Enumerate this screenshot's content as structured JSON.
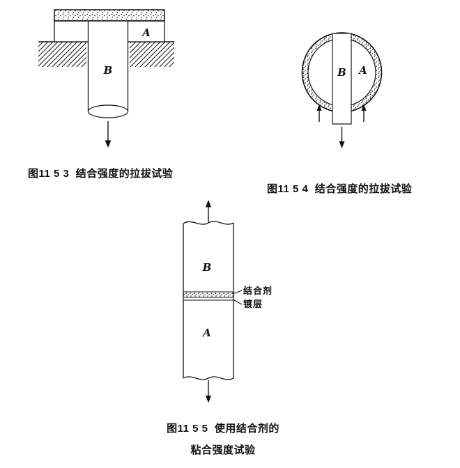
{
  "colors": {
    "ink": "#111111",
    "paper": "#ffffff"
  },
  "fig1": {
    "caption": "图11 5 3  结合强度的拉拔试验",
    "label_a": "A",
    "label_b": "B"
  },
  "fig2": {
    "caption": "图11 5 4  结合强度的拉拔试验",
    "label_a": "A",
    "label_b": "B"
  },
  "fig3": {
    "caption_line1": "图11 5 5  使用结合剂的",
    "caption_line2": "粘合强度试验",
    "label_a": "A",
    "label_b": "B",
    "annotation_adhesive": "结合剂",
    "annotation_plating": "镀层"
  }
}
